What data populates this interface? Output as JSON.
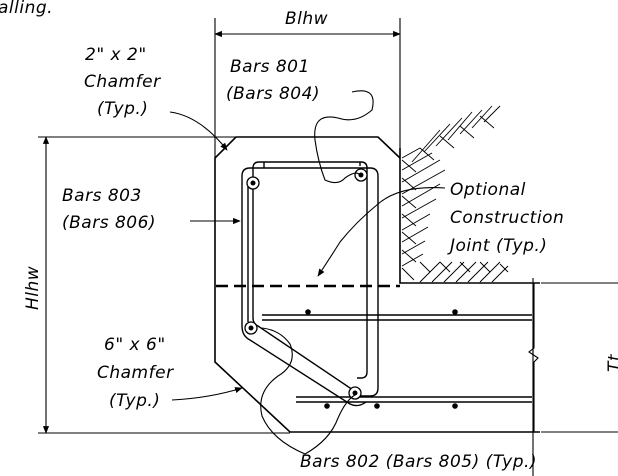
{
  "labels": {
    "top_fragment": "alling.",
    "width_dim": "Blhw",
    "height_dim": "Hlhw",
    "thickness_dim": "Tt",
    "chamfer_small_1": "2\" x 2\"",
    "chamfer_small_2": "Chamfer",
    "chamfer_small_3": "(Typ.)",
    "bars_801": "Bars 801",
    "bars_804": "(Bars 804)",
    "bars_803": "Bars 803",
    "bars_806": "(Bars 806)",
    "optional_1": "Optional",
    "optional_2": "Construction",
    "optional_3": "Joint (Typ.)",
    "chamfer_large_1": "6\" x 6\"",
    "chamfer_large_2": "Chamfer",
    "chamfer_large_3": "(Typ.)",
    "bars_802": "Bars 802 (Bars 805) (Typ.)"
  }
}
